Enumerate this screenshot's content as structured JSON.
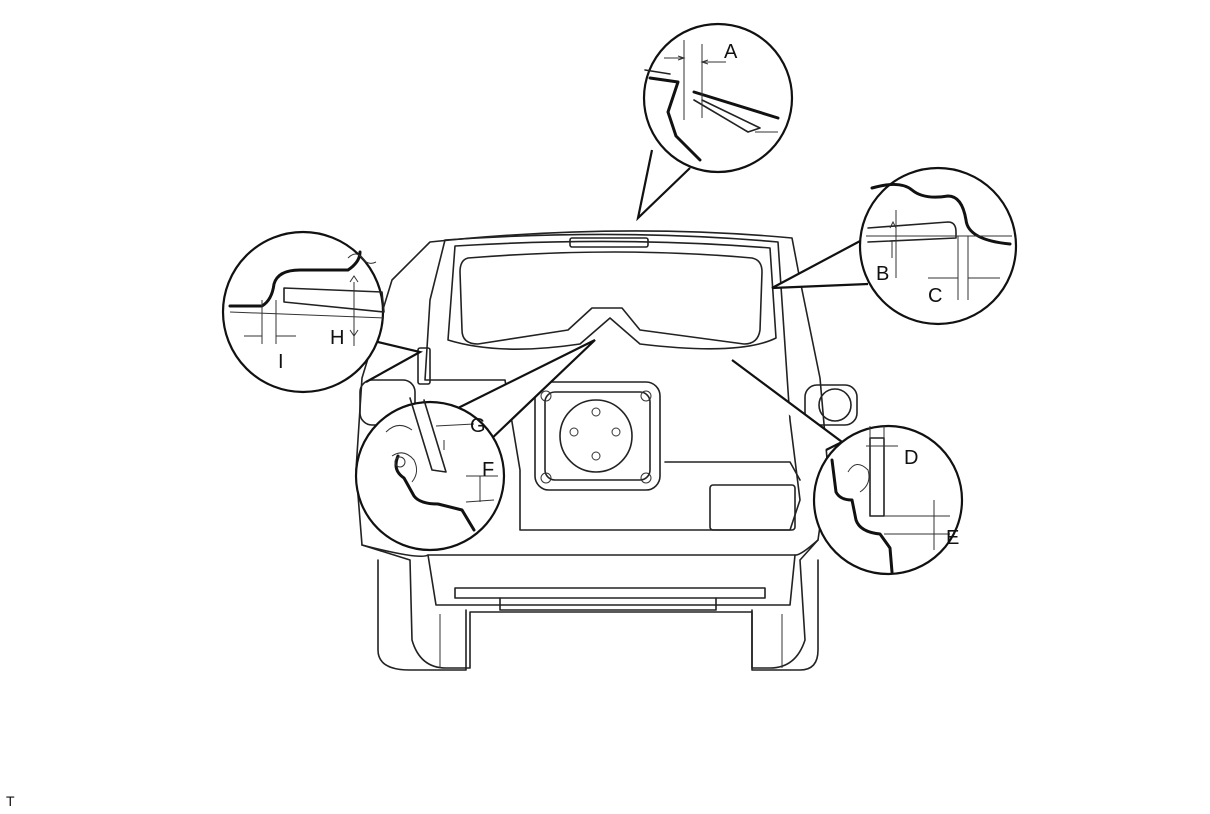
{
  "diagram": {
    "labels": {
      "a": "A",
      "b": "B",
      "c": "C",
      "d": "D",
      "e": "E",
      "f": "F",
      "g": "G",
      "h": "H",
      "i": "I"
    },
    "corner_mark": "T"
  }
}
